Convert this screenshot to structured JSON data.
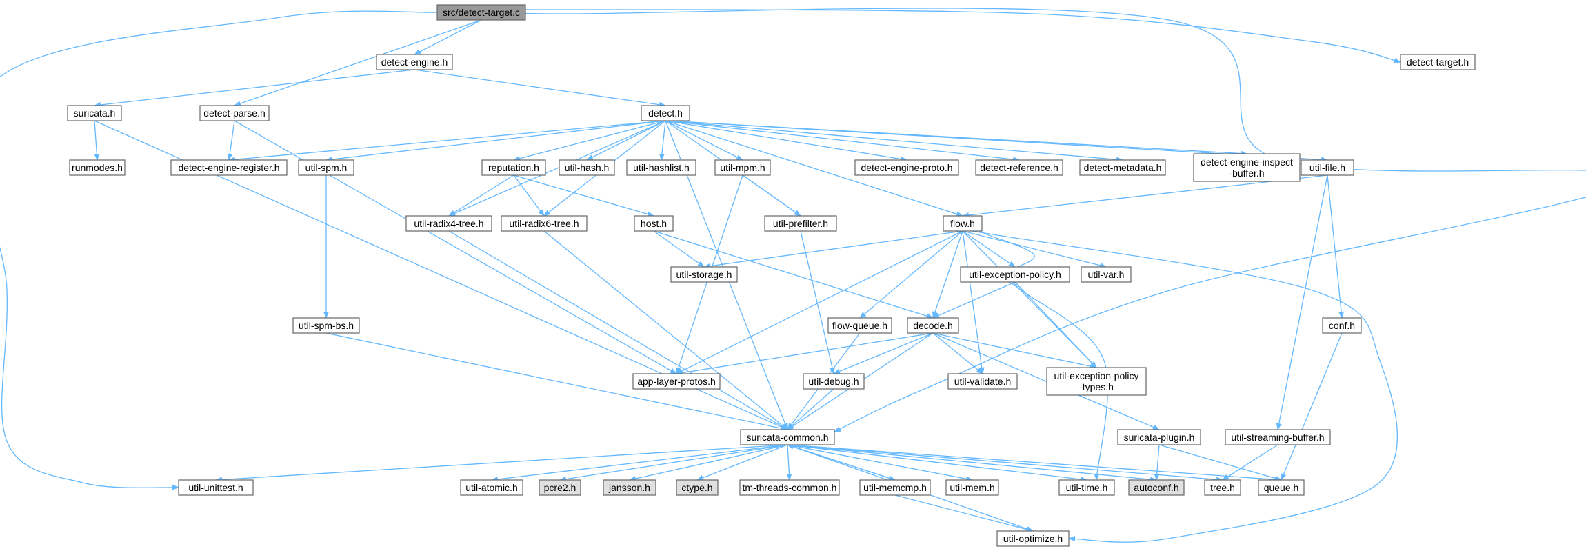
{
  "diagram": {
    "colors": {
      "root_fill": "#999999",
      "node_fill": "#ffffff",
      "node_border": "#666666",
      "missing_fill": "#e0e0e0",
      "missing_border": "#999999",
      "truncated_border": "#ff0000",
      "edge": "#63b8ff"
    },
    "nodes": [
      {
        "id": "detect-target-c",
        "label": [
          "src/detect-target.c"
        ],
        "style": "root"
      },
      {
        "id": "detect-engine-h",
        "label": [
          "detect-engine.h"
        ],
        "style": "normal"
      },
      {
        "id": "detect-target-h",
        "label": [
          "detect-target.h"
        ],
        "style": "normal"
      },
      {
        "id": "suricata-h",
        "label": [
          "suricata.h"
        ],
        "style": "normal"
      },
      {
        "id": "detect-parse-h",
        "label": [
          "detect-parse.h"
        ],
        "style": "normal"
      },
      {
        "id": "detect-h",
        "label": [
          "detect.h"
        ],
        "style": "normal"
      },
      {
        "id": "runmodes-h",
        "label": [
          "runmodes.h"
        ],
        "style": "normal"
      },
      {
        "id": "detect-engine-register-h",
        "label": [
          "detect-engine-register.h"
        ],
        "style": "normal"
      },
      {
        "id": "util-spm-h",
        "label": [
          "util-spm.h"
        ],
        "style": "normal"
      },
      {
        "id": "reputation-h",
        "label": [
          "reputation.h"
        ],
        "style": "normal"
      },
      {
        "id": "util-hash-h",
        "label": [
          "util-hash.h"
        ],
        "style": "normal"
      },
      {
        "id": "util-hashlist-h",
        "label": [
          "util-hashlist.h"
        ],
        "style": "normal"
      },
      {
        "id": "util-mpm-h",
        "label": [
          "util-mpm.h"
        ],
        "style": "normal"
      },
      {
        "id": "detect-engine-proto-h",
        "label": [
          "detect-engine-proto.h"
        ],
        "style": "normal"
      },
      {
        "id": "detect-reference-h",
        "label": [
          "detect-reference.h"
        ],
        "style": "normal"
      },
      {
        "id": "detect-metadata-h",
        "label": [
          "detect-metadata.h"
        ],
        "style": "normal"
      },
      {
        "id": "detect-engine-inspect-buffer-h",
        "label": [
          "detect-engine-inspect",
          "-buffer.h"
        ],
        "style": "normal"
      },
      {
        "id": "util-file-h",
        "label": [
          "util-file.h"
        ],
        "style": "normal"
      },
      {
        "id": "util-radix4-tree-h",
        "label": [
          "util-radix4-tree.h"
        ],
        "style": "normal"
      },
      {
        "id": "util-radix6-tree-h",
        "label": [
          "util-radix6-tree.h"
        ],
        "style": "normal"
      },
      {
        "id": "host-h",
        "label": [
          "host.h"
        ],
        "style": "normal"
      },
      {
        "id": "util-prefilter-h",
        "label": [
          "util-prefilter.h"
        ],
        "style": "normal"
      },
      {
        "id": "flow-h",
        "label": [
          "flow.h"
        ],
        "style": "normal"
      },
      {
        "id": "util-storage-h",
        "label": [
          "util-storage.h"
        ],
        "style": "normal"
      },
      {
        "id": "util-exception-policy-h",
        "label": [
          "util-exception-policy.h"
        ],
        "style": "normal"
      },
      {
        "id": "util-var-h",
        "label": [
          "util-var.h"
        ],
        "style": "normal"
      },
      {
        "id": "util-spm-bs-h",
        "label": [
          "util-spm-bs.h"
        ],
        "style": "normal"
      },
      {
        "id": "flow-queue-h",
        "label": [
          "flow-queue.h"
        ],
        "style": "normal"
      },
      {
        "id": "decode-h",
        "label": [
          "decode.h"
        ],
        "style": "truncated"
      },
      {
        "id": "conf-h",
        "label": [
          "conf.h"
        ],
        "style": "normal"
      },
      {
        "id": "app-layer-protos-h",
        "label": [
          "app-layer-protos.h"
        ],
        "style": "normal"
      },
      {
        "id": "util-debug-h",
        "label": [
          "util-debug.h"
        ],
        "style": "truncated"
      },
      {
        "id": "util-validate-h",
        "label": [
          "util-validate.h"
        ],
        "style": "normal"
      },
      {
        "id": "util-exception-policy-types-h",
        "label": [
          "util-exception-policy",
          "-types.h"
        ],
        "style": "normal"
      },
      {
        "id": "suricata-common-h",
        "label": [
          "suricata-common.h"
        ],
        "style": "normal"
      },
      {
        "id": "suricata-plugin-h",
        "label": [
          "suricata-plugin.h"
        ],
        "style": "truncated"
      },
      {
        "id": "util-streaming-buffer-h",
        "label": [
          "util-streaming-buffer.h"
        ],
        "style": "normal"
      },
      {
        "id": "util-unittest-h",
        "label": [
          "util-unittest.h"
        ],
        "style": "normal"
      },
      {
        "id": "util-atomic-h",
        "label": [
          "util-atomic.h"
        ],
        "style": "normal"
      },
      {
        "id": "pcre2-h",
        "label": [
          "pcre2.h"
        ],
        "style": "missing"
      },
      {
        "id": "jansson-h",
        "label": [
          "jansson.h"
        ],
        "style": "missing"
      },
      {
        "id": "ctype-h",
        "label": [
          "ctype.h"
        ],
        "style": "missing"
      },
      {
        "id": "tm-threads-common-h",
        "label": [
          "tm-threads-common.h"
        ],
        "style": "normal"
      },
      {
        "id": "util-memcmp-h",
        "label": [
          "util-memcmp.h"
        ],
        "style": "normal"
      },
      {
        "id": "util-mem-h",
        "label": [
          "util-mem.h"
        ],
        "style": "normal"
      },
      {
        "id": "util-time-h",
        "label": [
          "util-time.h"
        ],
        "style": "normal"
      },
      {
        "id": "autoconf-h",
        "label": [
          "autoconf.h"
        ],
        "style": "missing"
      },
      {
        "id": "tree-h",
        "label": [
          "tree.h"
        ],
        "style": "normal"
      },
      {
        "id": "queue-h",
        "label": [
          "queue.h"
        ],
        "style": "normal"
      },
      {
        "id": "util-optimize-h",
        "label": [
          "util-optimize.h"
        ],
        "style": "normal"
      }
    ],
    "edges": [
      [
        "detect-target-c",
        "detect-engine-h"
      ],
      [
        "detect-target-c",
        "detect-parse-h"
      ],
      [
        "detect-target-c",
        "detect-target-h"
      ],
      [
        "detect-target-c",
        "suricata-common-h"
      ],
      [
        "detect-target-c",
        "util-unittest-h"
      ],
      [
        "detect-engine-h",
        "suricata-h"
      ],
      [
        "detect-engine-h",
        "detect-h"
      ],
      [
        "suricata-h",
        "runmodes-h"
      ],
      [
        "suricata-h",
        "suricata-common-h"
      ],
      [
        "detect-parse-h",
        "detect-engine-register-h"
      ],
      [
        "detect-parse-h",
        "app-layer-protos-h"
      ],
      [
        "detect-h",
        "detect-engine-register-h"
      ],
      [
        "detect-h",
        "util-spm-h"
      ],
      [
        "detect-h",
        "reputation-h"
      ],
      [
        "detect-h",
        "util-hash-h"
      ],
      [
        "detect-h",
        "util-hashlist-h"
      ],
      [
        "detect-h",
        "util-mpm-h"
      ],
      [
        "detect-h",
        "detect-engine-proto-h"
      ],
      [
        "detect-h",
        "detect-reference-h"
      ],
      [
        "detect-h",
        "detect-metadata-h"
      ],
      [
        "detect-h",
        "detect-engine-inspect-buffer-h"
      ],
      [
        "detect-h",
        "util-file-h"
      ],
      [
        "detect-h",
        "util-radix4-tree-h"
      ],
      [
        "detect-h",
        "util-radix6-tree-h"
      ],
      [
        "detect-h",
        "util-prefilter-h"
      ],
      [
        "detect-h",
        "flow-h"
      ],
      [
        "detect-h",
        "suricata-common-h"
      ],
      [
        "util-spm-h",
        "util-spm-bs-h"
      ],
      [
        "util-spm-bs-h",
        "suricata-common-h"
      ],
      [
        "reputation-h",
        "util-radix4-tree-h"
      ],
      [
        "reputation-h",
        "util-radix6-tree-h"
      ],
      [
        "reputation-h",
        "host-h"
      ],
      [
        "util-mpm-h",
        "util-prefilter-h"
      ],
      [
        "util-mpm-h",
        "app-layer-protos-h"
      ],
      [
        "util-file-h",
        "flow-h"
      ],
      [
        "util-file-h",
        "conf-h"
      ],
      [
        "util-file-h",
        "util-streaming-buffer-h"
      ],
      [
        "util-radix4-tree-h",
        "suricata-common-h"
      ],
      [
        "util-radix6-tree-h",
        "suricata-common-h"
      ],
      [
        "host-h",
        "util-storage-h"
      ],
      [
        "host-h",
        "decode-h"
      ],
      [
        "util-prefilter-h",
        "util-debug-h"
      ],
      [
        "flow-h",
        "util-storage-h"
      ],
      [
        "flow-h",
        "util-exception-policy-h"
      ],
      [
        "flow-h",
        "util-var-h"
      ],
      [
        "flow-h",
        "flow-queue-h"
      ],
      [
        "flow-h",
        "decode-h"
      ],
      [
        "flow-h",
        "app-layer-protos-h"
      ],
      [
        "flow-h",
        "util-validate-h"
      ],
      [
        "flow-h",
        "util-exception-policy-types-h"
      ],
      [
        "flow-h",
        "util-time-h"
      ],
      [
        "flow-h",
        "util-optimize-h"
      ],
      [
        "util-exception-policy-h",
        "decode-h"
      ],
      [
        "util-exception-policy-h",
        "util-exception-policy-types-h"
      ],
      [
        "flow-queue-h",
        "suricata-common-h"
      ],
      [
        "decode-h",
        "app-layer-protos-h"
      ],
      [
        "decode-h",
        "util-debug-h"
      ],
      [
        "decode-h",
        "util-validate-h"
      ],
      [
        "decode-h",
        "util-exception-policy-types-h"
      ],
      [
        "decode-h",
        "suricata-common-h"
      ],
      [
        "decode-h",
        "suricata-plugin-h"
      ],
      [
        "util-debug-h",
        "suricata-common-h"
      ],
      [
        "conf-h",
        "queue-h"
      ],
      [
        "suricata-plugin-h",
        "autoconf-h"
      ],
      [
        "suricata-plugin-h",
        "queue-h"
      ],
      [
        "util-streaming-buffer-h",
        "tree-h"
      ],
      [
        "suricata-common-h",
        "util-unittest-h"
      ],
      [
        "suricata-common-h",
        "util-atomic-h"
      ],
      [
        "suricata-common-h",
        "pcre2-h"
      ],
      [
        "suricata-common-h",
        "jansson-h"
      ],
      [
        "suricata-common-h",
        "ctype-h"
      ],
      [
        "suricata-common-h",
        "tm-threads-common-h"
      ],
      [
        "suricata-common-h",
        "util-memcmp-h"
      ],
      [
        "suricata-common-h",
        "util-mem-h"
      ],
      [
        "suricata-common-h",
        "util-time-h"
      ],
      [
        "suricata-common-h",
        "autoconf-h"
      ],
      [
        "suricata-common-h",
        "tree-h"
      ],
      [
        "suricata-common-h",
        "queue-h"
      ],
      [
        "suricata-common-h",
        "util-optimize-h"
      ],
      [
        "util-memcmp-h",
        "suricata-common-h"
      ],
      [
        "util-memcmp-h",
        "util-optimize-h"
      ]
    ]
  }
}
